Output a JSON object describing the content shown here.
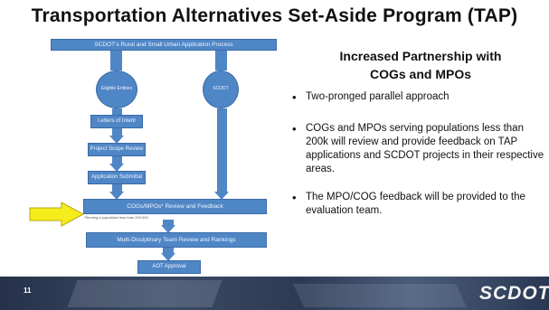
{
  "slide": {
    "title": "Transportation Alternatives Set-Aside Program (TAP)",
    "page_number": "11",
    "logo_text": "SCDOT"
  },
  "flowchart": {
    "header": "SCDOT's Rural and Small Urban Application Process",
    "oval_left": "Eligible Entities",
    "oval_right": "SCDOT",
    "step1": "Letters of Intent",
    "step2": "Project Scope Review",
    "step3": "Application Submittal",
    "step4": "COGs/MPOs* Review and Feedback",
    "footnote": "*Serving a population less than 200,000",
    "step5": "Multi-Disciplinary Team Review and Rankings",
    "step6": "AOT Approval"
  },
  "right": {
    "heading_line1": "Increased Partnership with",
    "heading_line2": "COGs and MPOs",
    "bullets": [
      "Two-pronged parallel approach",
      "COGs and MPOs serving populations less than 200k will review and provide feedback on TAP applications and SCDOT projects in their respective areas.",
      "The MPO/COG feedback will be provided to the evaluation team."
    ]
  },
  "colors": {
    "flow_blue": "#4f86c6",
    "highlight_yellow": "#f5ec1c",
    "footer_navy": "#2d3a54"
  }
}
